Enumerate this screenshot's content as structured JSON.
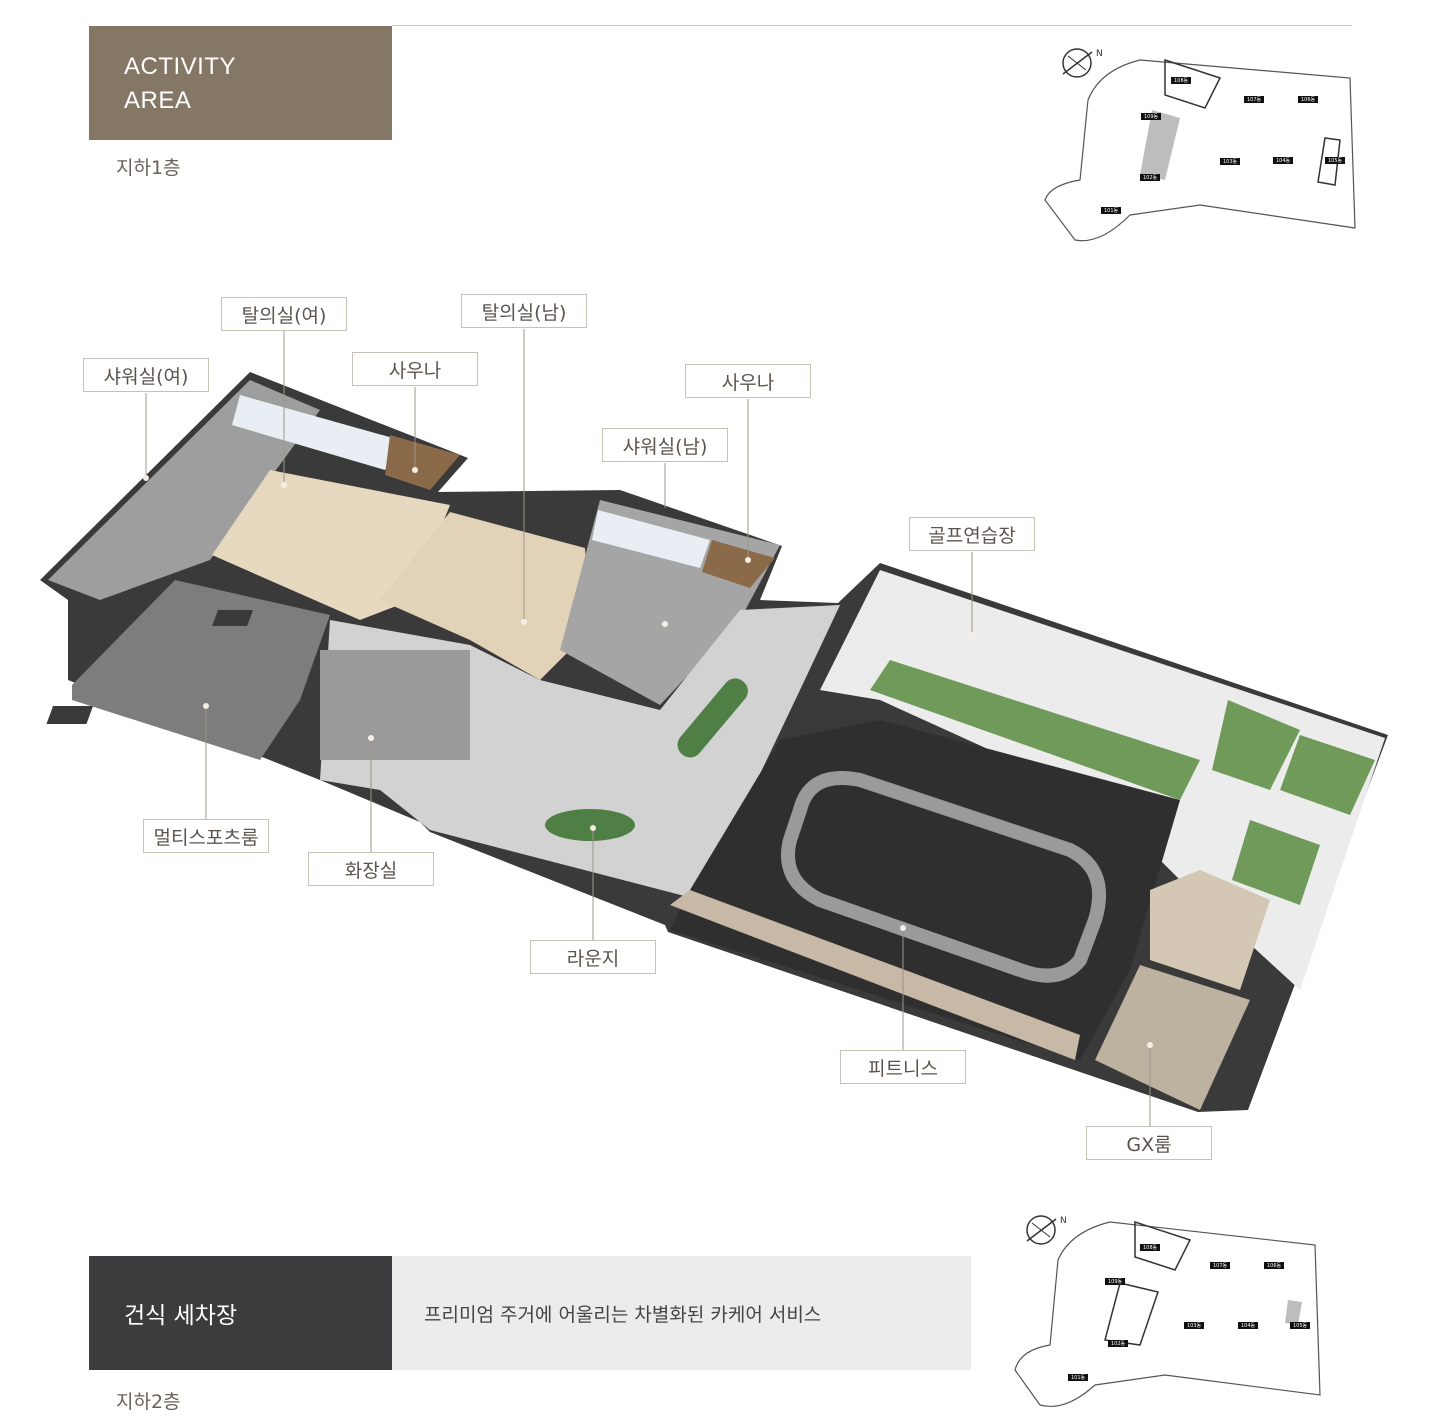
{
  "header": {
    "title_line1": "ACTIVITY",
    "title_line2": "AREA",
    "floor_top": "지하1층"
  },
  "callouts": {
    "shower_f": "샤워실(여)",
    "locker_f": "탈의실(여)",
    "sauna_1": "사우나",
    "locker_m": "탈의실(남)",
    "sauna_2": "사우나",
    "shower_m": "샤워실(남)",
    "golf": "골프연습장",
    "multisports": "멀티스포츠룸",
    "restroom": "화장실",
    "lounge": "라운지",
    "fitness": "피트니스",
    "gx": "GX룸"
  },
  "bottom": {
    "section_title": "건식 세차장",
    "section_desc": "프리미엄 주거에 어울리는 차별화된 카케어 서비스",
    "floor_bottom": "지하2층"
  },
  "minimap_top": {
    "compass": "N",
    "buildings": [
      "108동",
      "107동",
      "106동",
      "109동",
      "103동",
      "104동",
      "105동",
      "102동",
      "101동"
    ]
  },
  "minimap_bottom": {
    "compass": "N",
    "buildings": [
      "108동",
      "107동",
      "106동",
      "109동",
      "103동",
      "104동",
      "105동",
      "102동",
      "101동"
    ]
  },
  "colors": {
    "header_box": "#857766",
    "bottom_dark": "#3c3c3e",
    "bottom_light": "#ececec",
    "wood": "#e6d5bd",
    "turf": "#6f9a5a",
    "floor_grey": "#cfcfcf"
  }
}
